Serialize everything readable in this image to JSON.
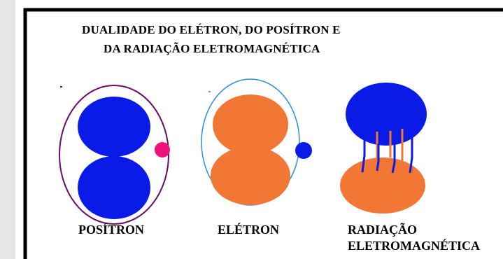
{
  "title": {
    "line1": "DUALIDADE DO ELÉTRON, DO POSÍTRON E",
    "line2": "DA RADIAÇÃO ELETROMAGNÉTICA"
  },
  "labels": {
    "positron": "POSÍTRON",
    "eletron": "ELÉTRON",
    "radiacao_line1": "RADIAÇÃO",
    "radiacao_line2": "ELETROMAGNÉTICA"
  },
  "colors": {
    "blue": "#0a1be8",
    "orange": "#f27634",
    "purple_orbit": "#6b0a6b",
    "light_blue_orbit": "#2a8ee8",
    "positron_particle": "#f0127a",
    "frame": "#000000"
  }
}
